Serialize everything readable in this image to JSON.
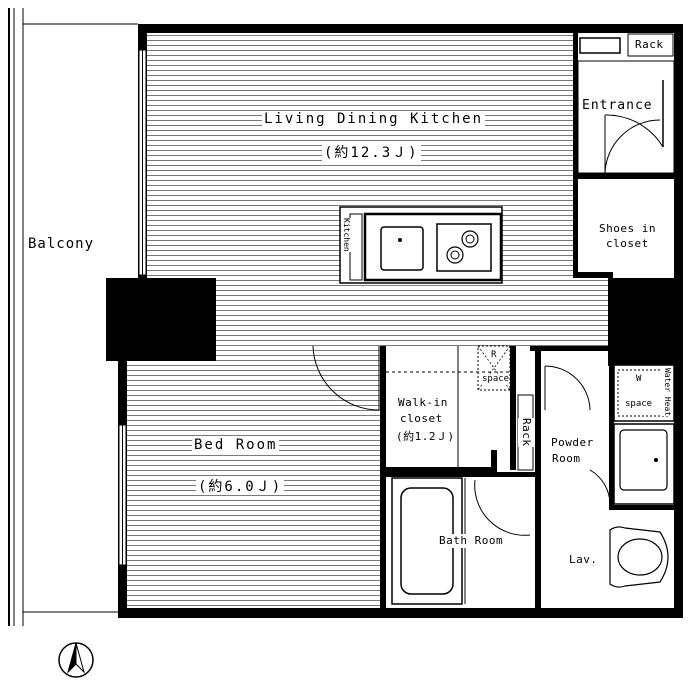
{
  "rooms": {
    "living": {
      "name": "Living Dining Kitchen",
      "size": "(約12.3Ｊ)"
    },
    "bedroom": {
      "name": "Bed Room",
      "size": "(約6.0Ｊ)"
    },
    "balcony": {
      "name": "Balcony"
    },
    "entrance": {
      "name": "Entrance"
    },
    "shoes_closet": {
      "line1": "Shoes in",
      "line2": "closet"
    },
    "walkin": {
      "line1": "Walk-in",
      "line2": "closet",
      "size": "(約1.2Ｊ)"
    },
    "bath": {
      "name": "Bath Room"
    },
    "powder": {
      "line1": "Powder",
      "line2": "Room"
    },
    "lav": {
      "name": "Lav."
    }
  },
  "fixtures": {
    "rack_top": "Rack",
    "rack_mid": "Rack",
    "r_space_letter": "R",
    "r_space_word": "space",
    "w_space_letter": "W",
    "w_space_word": "space",
    "washer_label": "Water Heat",
    "kitchen_side": "Kitchen"
  },
  "colors": {
    "wall": "#000000",
    "hatch": "#8a8a8a",
    "floor": "#ffffff"
  }
}
